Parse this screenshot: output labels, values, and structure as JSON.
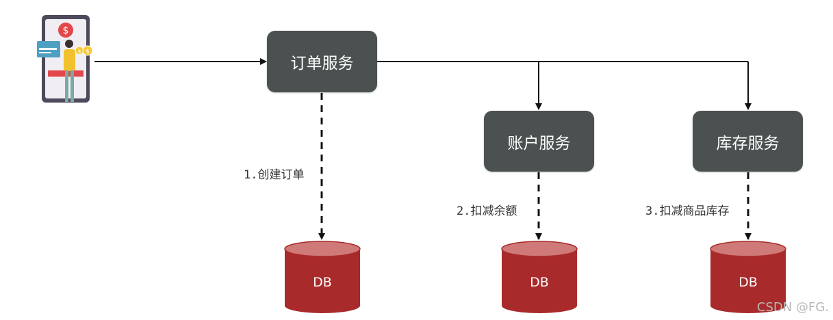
{
  "services": {
    "order": "订单服务",
    "account": "账户服务",
    "storage": "库存服务"
  },
  "steps": {
    "step1": "1.创建订单",
    "step2": "2.扣减余额",
    "step3": "3.扣减商品库存"
  },
  "databases": {
    "db1": "DB",
    "db2": "DB",
    "db3": "DB"
  },
  "watermark": "CSDN @FG.",
  "colors": {
    "service_box": "#4b5150",
    "db_body": "#a92a2a",
    "db_top": "#cf7a78",
    "line": "#111111"
  },
  "icons": {
    "user": "mobile-payment-icon"
  }
}
